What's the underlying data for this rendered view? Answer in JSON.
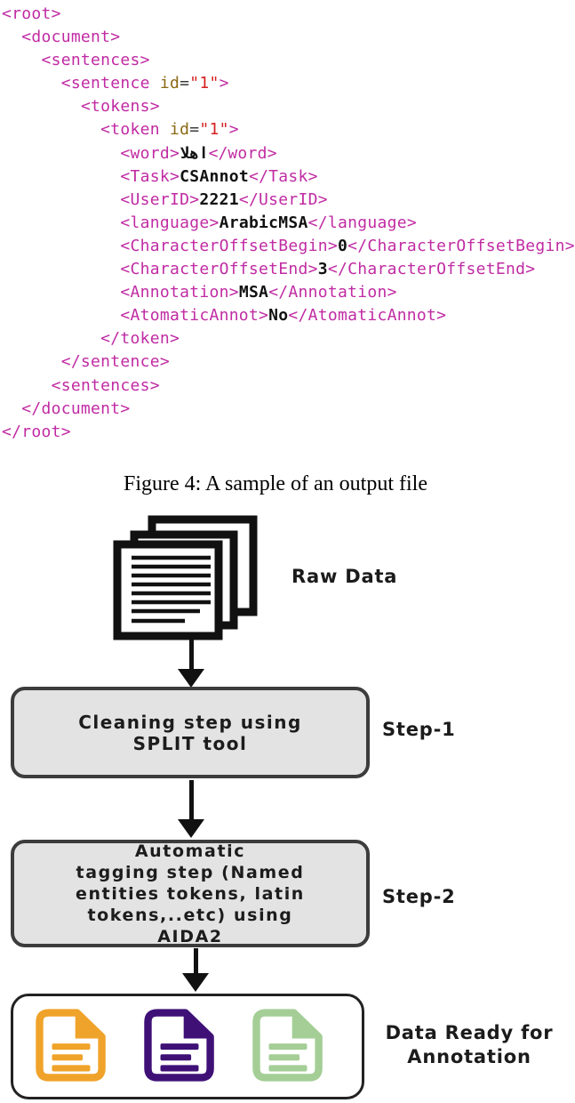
{
  "code": {
    "lines": [
      "<root>",
      "  <document>",
      "    <sentences>",
      "      <sentence id=\"1\">",
      "        <tokens>",
      "          <token id=\"1\">",
      "            <word>اهلا</word>",
      "            <Task>CSAnnot</Task>",
      "            <UserID>2221</UserID>",
      "            <language>ArabicMSA</language>",
      "            <CharacterOffsetBegin>0</CharacterOffsetBegin>",
      "            <CharacterOffsetEnd>3</CharacterOffsetEnd>",
      "            <Annotation>MSA</Annotation>",
      "            <AtomaticAnnot>No</AtomaticAnnot>",
      "          </token>",
      "      </sentence>",
      "     <sentences>",
      "  </document>",
      "</root>"
    ],
    "colors": {
      "tag": "#C02BA3",
      "attribute": "#8B6914",
      "equals": "#3A3A3A",
      "value": "#D42020",
      "text": "#111111"
    }
  },
  "caption": "Figure 4: A sample of an output file",
  "flowchart": {
    "raw_data_label": "Raw Data",
    "step1": {
      "box_lines": [
        "Cleaning step using",
        "SPLIT tool"
      ],
      "label": "Step-1"
    },
    "step2": {
      "box_lines": [
        "Automatic",
        "tagging step (Named",
        "entities tokens, latin",
        "tokens,..etc) using",
        "AIDA2"
      ],
      "label": "Step-2"
    },
    "output_label_lines": [
      "Data Ready for",
      "Annotation"
    ],
    "doc_colors": [
      "#F0A32A",
      "#3F1177",
      "#A4CE96"
    ],
    "box_fill": "#E3E3E3",
    "box_border": "#3C3C3C",
    "arrow_color": "#111111",
    "icons": {
      "raw_data": "stacked-documents-icon",
      "output": "document-icon"
    }
  }
}
